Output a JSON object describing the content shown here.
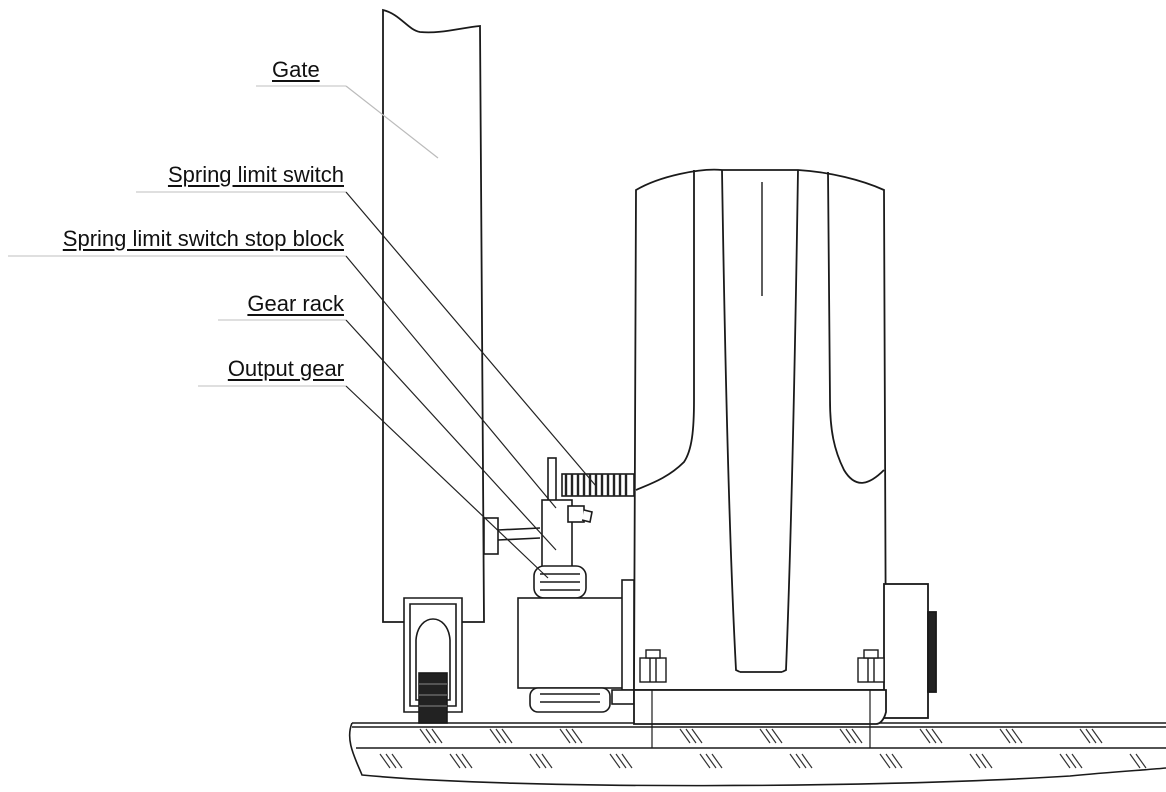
{
  "labels": {
    "gate": "Gate",
    "spring_limit_switch": "Spring limit switch",
    "spring_limit_switch_stop_block": "Spring limit switch stop block",
    "gear_rack": "Gear rack",
    "output_gear": "Output gear"
  },
  "colors": {
    "line": "#1a1a1a",
    "leader": "#222222",
    "gate_leader": "#bbbbbb",
    "hatch": "#333333"
  }
}
